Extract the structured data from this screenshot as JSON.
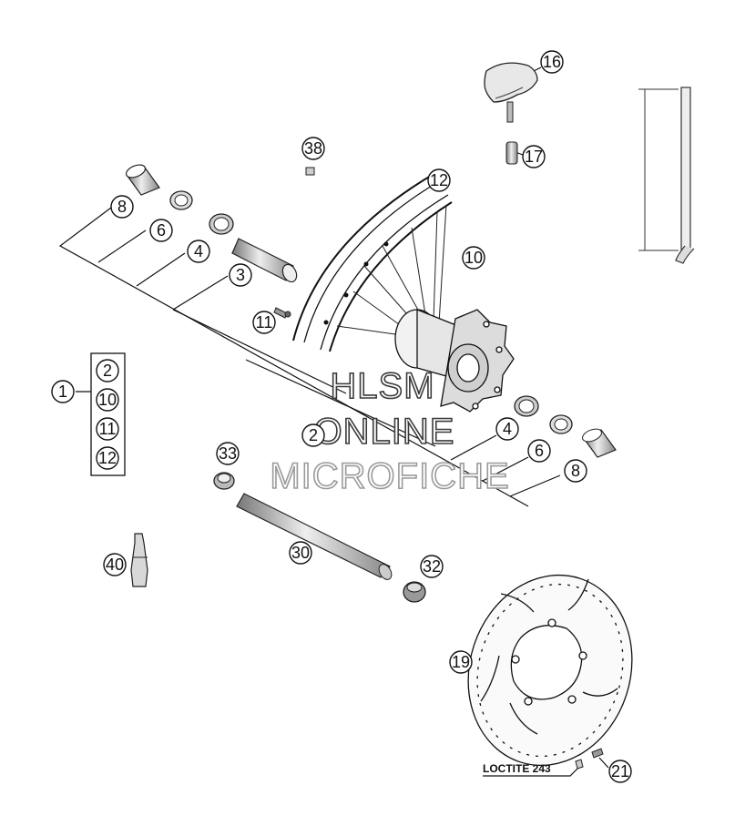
{
  "callouts": [
    {
      "id": "c16",
      "label": "16"
    },
    {
      "id": "c17",
      "label": "17"
    },
    {
      "id": "c38",
      "label": "38"
    },
    {
      "id": "c12",
      "label": "12"
    },
    {
      "id": "c8a",
      "label": "8"
    },
    {
      "id": "c6a",
      "label": "6"
    },
    {
      "id": "c10",
      "label": "10"
    },
    {
      "id": "c4a",
      "label": "4"
    },
    {
      "id": "c3",
      "label": "3"
    },
    {
      "id": "c11",
      "label": "11"
    },
    {
      "id": "c1",
      "label": "1"
    },
    {
      "id": "c2",
      "label": "2"
    },
    {
      "id": "c4b",
      "label": "4"
    },
    {
      "id": "c6b",
      "label": "6"
    },
    {
      "id": "c8b",
      "label": "8"
    },
    {
      "id": "c33",
      "label": "33"
    },
    {
      "id": "c30",
      "label": "30"
    },
    {
      "id": "c32",
      "label": "32"
    },
    {
      "id": "c40",
      "label": "40"
    },
    {
      "id": "c19",
      "label": "19"
    },
    {
      "id": "c21",
      "label": "21"
    }
  ],
  "group_box": [
    "2",
    "10",
    "11",
    "12"
  ],
  "loctite_label": "LOCTITE 243",
  "watermark": [
    "HLSM",
    "ONLINE",
    "MICROFICHE"
  ]
}
